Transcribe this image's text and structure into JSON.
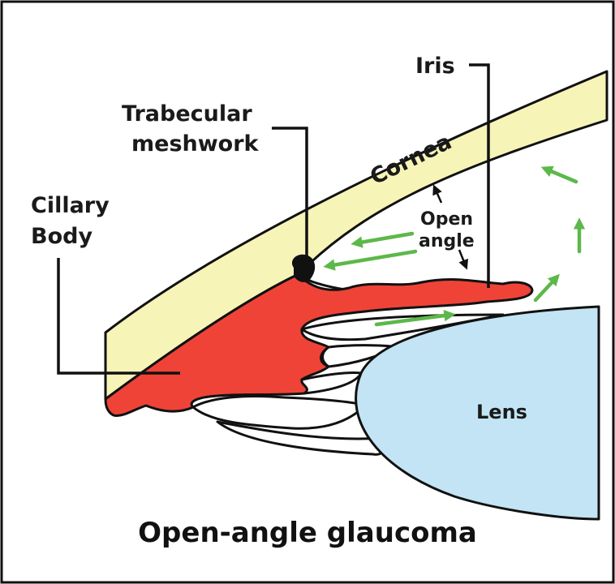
{
  "labels": {
    "iris": "Iris",
    "trabecular_line1": "Trabecular",
    "trabecular_line2": "meshwork",
    "ciliary_line1": "Cillary",
    "ciliary_line2": "Body",
    "cornea": "Cornea",
    "open_line1": "Open",
    "open_line2": "angle",
    "lens": "Lens"
  },
  "title": "Open-angle glaucoma",
  "colors": {
    "cornea": "#f7f4b8",
    "iris_ciliary": "#ef4338",
    "lens": "#c2e4f4",
    "flow_arrows": "#5cb84a",
    "outline": "#111111"
  }
}
